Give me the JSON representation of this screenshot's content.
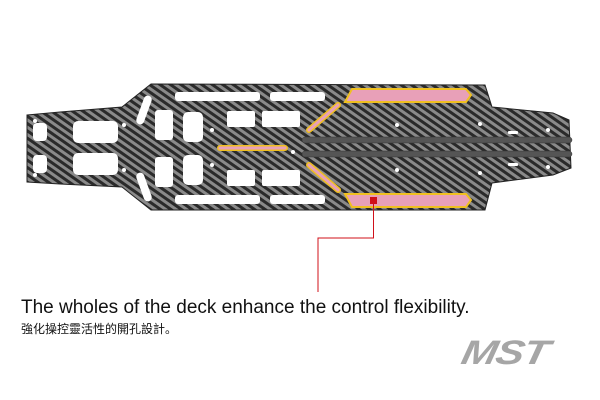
{
  "caption": {
    "english": "The wholes of the deck enhance the control flexibility.",
    "chinese": "強化操控靈活性的開孔設計。"
  },
  "logo": {
    "text": "MST"
  },
  "colors": {
    "highlight_fill": "#e8a0b8",
    "highlight_outline": "#f0c020",
    "callout": "#d0101a",
    "logo": "#a6a6a6"
  }
}
